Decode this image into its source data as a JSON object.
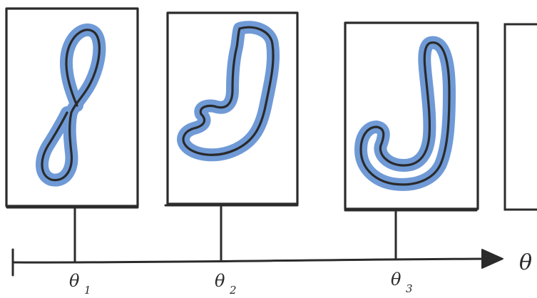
{
  "axis": {
    "label": "θ",
    "ticks": [
      {
        "name": "θ1",
        "main": "θ",
        "sub": "1"
      },
      {
        "name": "θ2",
        "main": "θ",
        "sub": "2"
      },
      {
        "name": "θ3",
        "main": "θ",
        "sub": "3"
      }
    ]
  },
  "panels": [
    {
      "name": "panel-theta-1",
      "shape": "figure-eight curve"
    },
    {
      "name": "panel-theta-2",
      "shape": "bean curve"
    },
    {
      "name": "panel-theta-3",
      "shape": "J curve"
    },
    {
      "name": "panel-partial",
      "shape": ""
    }
  ],
  "colors": {
    "ink": "#2b2b2b",
    "highlight": "#6f9ad6",
    "background": "#ffffff"
  }
}
